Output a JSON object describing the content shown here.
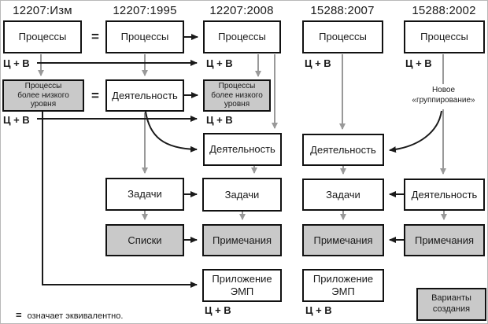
{
  "headers": [
    "12207:Изм",
    "12207:1995",
    "12207:2008",
    "15288:2007",
    "15288:2002"
  ],
  "labels": {
    "processes": "Процессы",
    "lower_level": "Процессы\nболее низкого\nуровня",
    "activity": "Деятельность",
    "tasks": "Задачи",
    "lists": "Списки",
    "notes": "Примечания",
    "annex_emp": "Приложение\nЭМП",
    "variants": "Варианты\nсоздания",
    "cv": "Ц + В",
    "equals": "=",
    "new_grouping": "Новое\n«группирование»"
  },
  "legend": {
    "symbol": "=",
    "text": "означает эквивалентно."
  },
  "colors": {
    "background": "#ffffff",
    "box_border": "#111111",
    "box_fill_gray": "#c9c9c9",
    "line_black": "#1a1a1a",
    "arrow_gray": "#999999"
  }
}
